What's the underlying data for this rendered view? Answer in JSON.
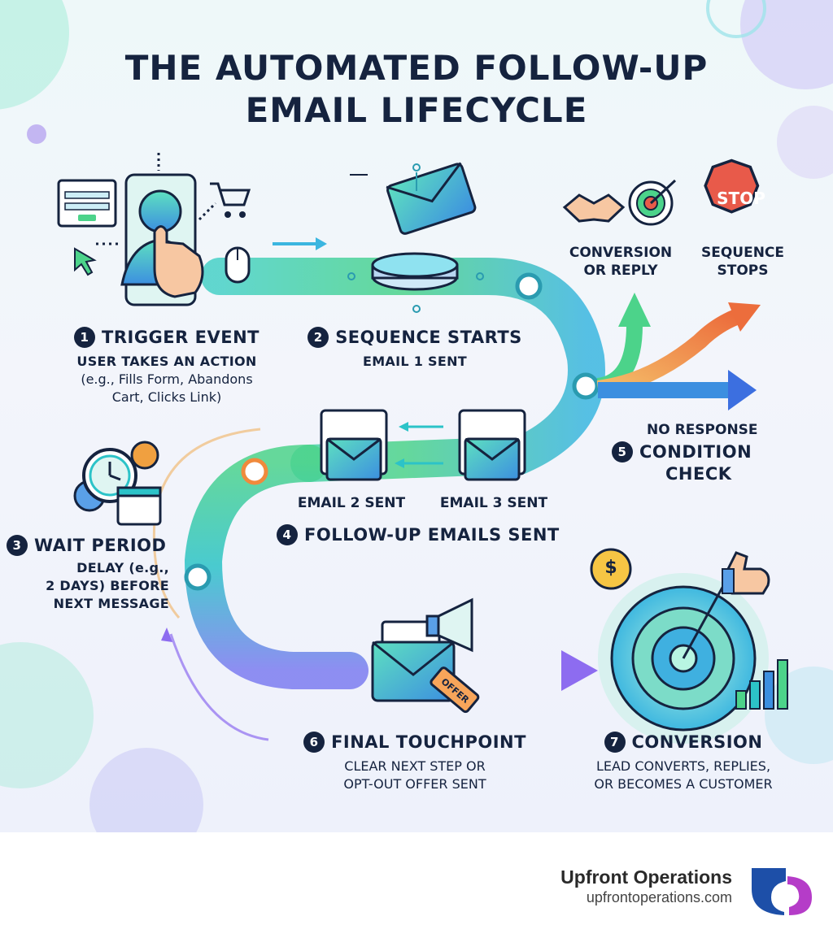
{
  "title": {
    "line1": "THE AUTOMATED FOLLOW-UP",
    "line2": "EMAIL LIFECYCLE"
  },
  "steps": [
    {
      "number": "1",
      "title": "TRIGGER EVENT",
      "subtitle": "USER TAKES AN ACTION",
      "desc1": "(e.g., Fills Form, Abandons",
      "desc2": "Cart, Clicks Link)"
    },
    {
      "number": "2",
      "title": "SEQUENCE STARTS",
      "subtitle": "EMAIL 1 SENT"
    },
    {
      "number": "3",
      "title": "WAIT PERIOD",
      "line1": "DELAY (e.g.,",
      "line2": "2 DAYS) BEFORE",
      "line3": "NEXT MESSAGE"
    },
    {
      "number": "4",
      "title": "FOLLOW-UP EMAILS SENT"
    },
    {
      "number": "5",
      "title1": "CONDITION",
      "title2": "CHECK"
    },
    {
      "number": "6",
      "title": "FINAL TOUCHPOINT",
      "line1": "CLEAR NEXT STEP OR",
      "line2": "OPT-OUT OFFER SENT"
    },
    {
      "number": "7",
      "title": "CONVERSION",
      "line1": "LEAD CONVERTS, REPLIES,",
      "line2": "OR BECOMES A CUSTOMER"
    }
  ],
  "labels": {
    "conversion_line1": "CONVERSION",
    "conversion_line2": "OR REPLY",
    "stops_line1": "SEQUENCE",
    "stops_line2": "STOPS",
    "stop_sign": "STOP",
    "no_response": "NO RESPONSE",
    "email2": "EMAIL 2 SENT",
    "email3": "EMAIL 3 SENT",
    "offer_tag": "OFFER",
    "dollar": "$"
  },
  "icons": [
    "pointing-hand-icon",
    "web-form-icon",
    "shopping-cart-icon",
    "mouse-icon",
    "cursor-icon",
    "envelope-icon",
    "handshake-icon",
    "target-icon",
    "stop-sign-icon",
    "clock-icon",
    "calendar-icon",
    "gear-icon",
    "megaphone-icon",
    "offer-tag-icon",
    "dollar-coin-icon",
    "thumbs-up-icon",
    "bar-chart-icon"
  ],
  "footer": {
    "brand": "Upfront Operations",
    "url": "upfrontoperations.com"
  },
  "colors": {
    "navy": "#15233f",
    "teal": "#2cc3c8",
    "green": "#4cd38a",
    "blue": "#3c6fe0",
    "purple": "#8d6cf0",
    "orange": "#f08a3c",
    "stop_red": "#e85a4a",
    "logo_blue": "#1d4fa8",
    "logo_magenta": "#b53cc8"
  }
}
